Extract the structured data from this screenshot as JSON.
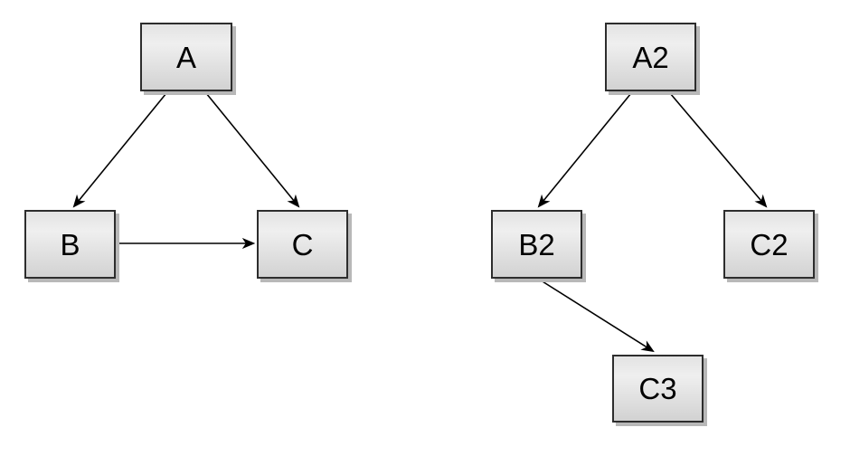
{
  "page": {
    "background_color": "#ffffff"
  },
  "colors": {
    "node_border": "#2d2d2d",
    "node_fill_top": "#e3e3e3",
    "node_fill_mid": "#efefef",
    "node_fill_bottom": "#d2d2d2",
    "node_shadow": "#b8b8b8",
    "edge_stroke": "#000000",
    "label_text": "#000000"
  },
  "diagrams": {
    "left": {
      "nodes": {
        "a": {
          "label": "A"
        },
        "b": {
          "label": "B"
        },
        "c": {
          "label": "C"
        }
      },
      "edges": [
        {
          "from": "A",
          "to": "B"
        },
        {
          "from": "A",
          "to": "C"
        },
        {
          "from": "B",
          "to": "C"
        }
      ]
    },
    "right": {
      "nodes": {
        "a2": {
          "label": "A2"
        },
        "b2": {
          "label": "B2"
        },
        "c2": {
          "label": "C2"
        },
        "c3": {
          "label": "C3"
        }
      },
      "edges": [
        {
          "from": "A2",
          "to": "B2"
        },
        {
          "from": "A2",
          "to": "C2"
        },
        {
          "from": "B2",
          "to": "C3"
        }
      ]
    }
  }
}
